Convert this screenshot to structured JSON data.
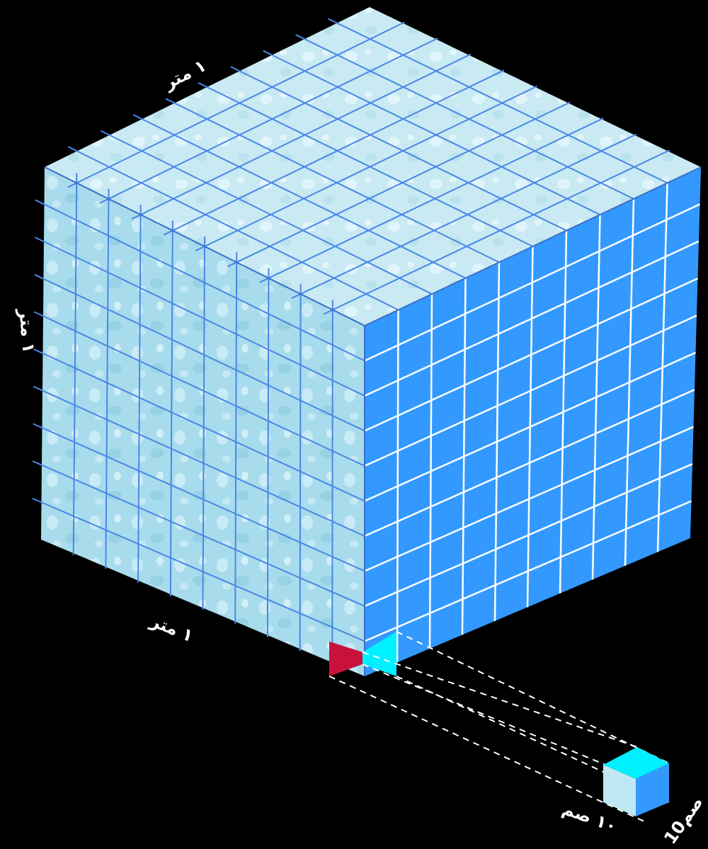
{
  "labels": {
    "top_edge": "١ متر",
    "left_edge": "١ متر",
    "bottom_edge": "١ متر",
    "small_front": "١٠ صم",
    "small_side": "10صم"
  },
  "colors": {
    "background": "#000000",
    "front_face": "#a8dcec",
    "top_face": "#c9eaf3",
    "side_face": "#3399ff",
    "front_grid": "#4a86e8",
    "side_grid": "#ffffff",
    "red_tri": "#c8123c",
    "cyan_tri": "#00f0ff",
    "dashed": "#ffffff"
  },
  "grid_divisions": 10,
  "small_cube": {
    "top": "#00f0ff",
    "front": "#bfe8f4",
    "side": "#3399ff"
  }
}
